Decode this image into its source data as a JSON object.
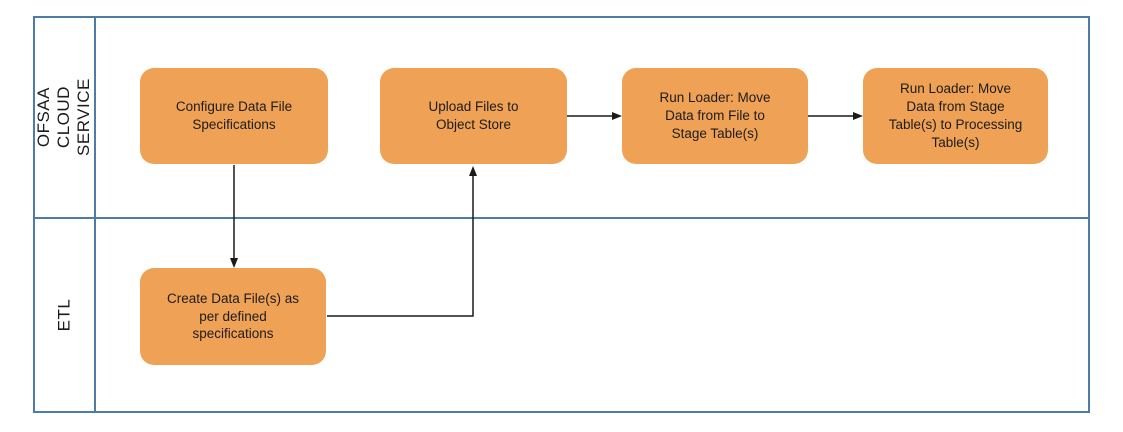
{
  "diagram": {
    "type": "swimlane-flowchart",
    "lanes": [
      {
        "id": "ofsaa-cloud-service",
        "label": "OFSAA\nCLOUD SERVICE"
      },
      {
        "id": "etl",
        "label": "ETL"
      }
    ],
    "nodes": [
      {
        "id": "configure-data-file-specifications",
        "lane": "ofsaa-cloud-service",
        "label": "Configure Data File\nSpecifications"
      },
      {
        "id": "upload-files-to-object-store",
        "lane": "ofsaa-cloud-service",
        "label": "Upload Files to\nObject Store"
      },
      {
        "id": "run-loader-file-to-stage",
        "lane": "ofsaa-cloud-service",
        "label": "Run Loader: Move\nData from File to\nStage Table(s)"
      },
      {
        "id": "run-loader-stage-to-processing",
        "lane": "ofsaa-cloud-service",
        "label": "Run Loader: Move\nData from Stage\nTable(s) to Processing\nTable(s)"
      },
      {
        "id": "create-data-files",
        "lane": "etl",
        "label": "Create Data File(s) as\nper defined\nspecifications"
      }
    ],
    "connections": [
      {
        "from": "configure-data-file-specifications",
        "to": "create-data-files"
      },
      {
        "from": "create-data-files",
        "to": "upload-files-to-object-store"
      },
      {
        "from": "upload-files-to-object-store",
        "to": "run-loader-file-to-stage"
      },
      {
        "from": "run-loader-file-to-stage",
        "to": "run-loader-stage-to-processing"
      }
    ],
    "colors": {
      "node_fill": "#EFA155",
      "node_text": "#1C1C1C",
      "lane_border": "#4E7CA6",
      "arrow": "#1A1A1A",
      "background": "#FFFFFF"
    }
  }
}
